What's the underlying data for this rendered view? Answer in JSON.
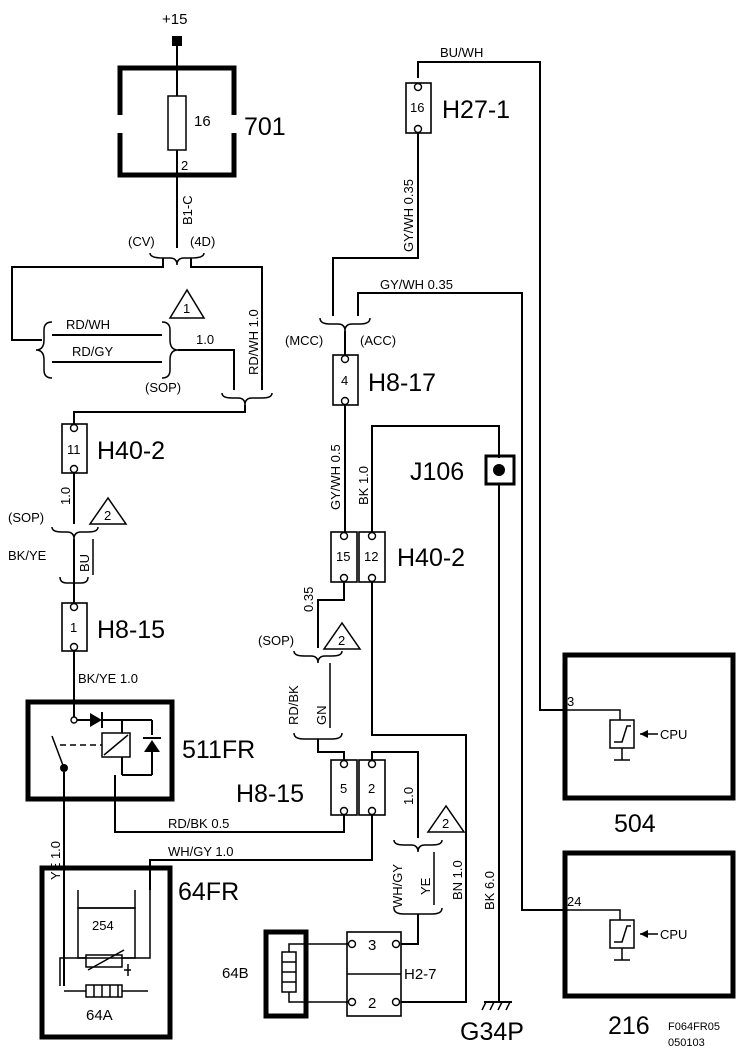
{
  "supply": "+15",
  "components": {
    "c701": {
      "id": "701",
      "fuse": "16",
      "pin": "2"
    },
    "c511fr": {
      "id": "511FR"
    },
    "c64fr": {
      "id": "64FR",
      "inner": "254",
      "sub": "64A"
    },
    "c64b": {
      "id": "64B"
    },
    "c504": {
      "id": "504",
      "pin": "3",
      "cpu": "CPU"
    },
    "c216": {
      "id": "216",
      "pin": "24",
      "cpu": "CPU"
    }
  },
  "connectors": {
    "h27_1": {
      "name": "H27-1",
      "pin": "16"
    },
    "h40_2_top": {
      "name": "H40-2",
      "pin": "11"
    },
    "h8_15_top": {
      "name": "H8-15",
      "pin": "1"
    },
    "h8_17": {
      "name": "H8-17",
      "pin": "4"
    },
    "j106": {
      "name": "J106"
    },
    "h40_2_mid": {
      "name": "H40-2",
      "pin_a": "15",
      "pin_b": "12"
    },
    "h8_15_bot": {
      "name": "H8-15",
      "pin_a": "5",
      "pin_b": "2"
    },
    "h2_7": {
      "name": "H2-7",
      "pin_a": "3",
      "pin_b": "2"
    },
    "g34p": {
      "name": "G34P"
    }
  },
  "wires": {
    "b1c": "B1-C",
    "cv": "(CV)",
    "d4": "(4D)",
    "rdwh": "RD/WH",
    "rdgy": "RD/GY",
    "size_10a": "1.0",
    "rdwh_10": "RD/WH 1.0",
    "sop1": "(SOP)",
    "size_10b": "1.0",
    "sop2": "(SOP)",
    "bkye": "BK/YE",
    "bu": "BU",
    "bkye_10": "BK/YE 1.0",
    "ye_10": "YE 1.0",
    "buwh": "BU/WH",
    "gywh_035": "GY/WH 0.35",
    "gywh_035h": "GY/WH  0.35",
    "mcc": "(MCC)",
    "acc": "(ACC)",
    "gywh_05": "GY/WH 0.5",
    "bk_10": "BK 1.0",
    "size_035": "0.35",
    "sop3": "(SOP)",
    "rdbk": "RD/BK",
    "gn": "GN",
    "rdbk_05": "RD/BK  0.5",
    "whgy_10": "WH/GY 1.0",
    "size_10c": "1.0",
    "whgy": "WH/GY",
    "ye": "YE",
    "bn_10": "BN  1.0",
    "bk_60": "BK 6.0"
  },
  "notes": {
    "n1": "1",
    "n2a": "2",
    "n2b": "2",
    "n2c": "2"
  },
  "figure": {
    "code": "F064FR05",
    "date": "050103"
  }
}
